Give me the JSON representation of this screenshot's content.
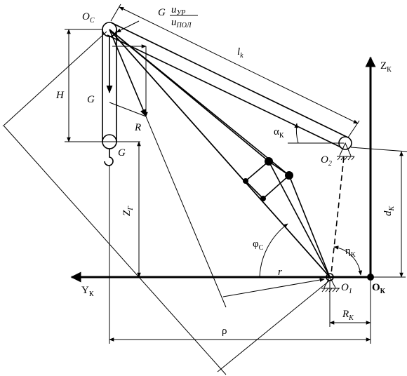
{
  "labels": {
    "Oc": "O",
    "Oc_sub": "C",
    "G_top": "G",
    "frac_num": "u",
    "frac_num_sub": "УР",
    "frac_den": "u",
    "frac_den_sub": "ПОЛ",
    "lk": "l",
    "lk_sub": "k",
    "Zk": "Z",
    "Zk_sub": "К",
    "H": "H",
    "G_load": "G",
    "R": "R",
    "G_bottom": "G",
    "alpha": "α",
    "alpha_sub": "К",
    "O2": "O",
    "O2_sub": "2",
    "dk": "d",
    "dk_sub": "К",
    "Zg": "Z",
    "Zg_sub": "Г",
    "phi": "φ",
    "phi_sub": "С",
    "eta": "η",
    "eta_sub": "К",
    "r": "r",
    "Yk": "Y",
    "Yk_sub": "К",
    "O1": "O",
    "O1_sub": "1",
    "Ok": "O",
    "Ok_sub": "К",
    "Rk": "R",
    "Rk_sub": "К",
    "rho": "ρ"
  }
}
